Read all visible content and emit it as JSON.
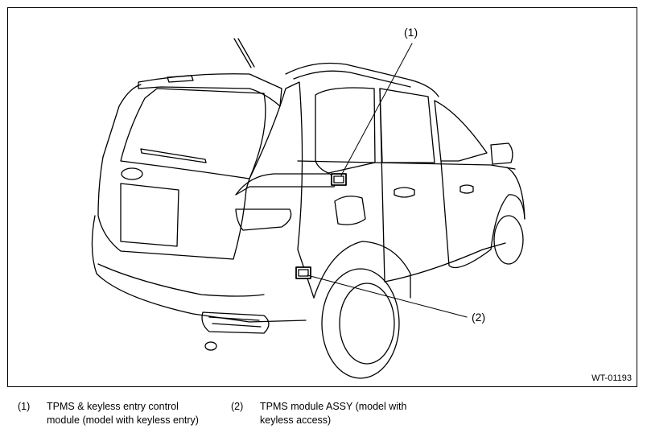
{
  "diagram": {
    "callouts": [
      {
        "id": "1",
        "label": "(1)"
      },
      {
        "id": "2",
        "label": "(2)"
      }
    ],
    "figure_code": "WT-01193"
  },
  "legend": [
    {
      "num": "(1)",
      "text": "TPMS & keyless entry control\nmodule (model with keyless entry)"
    },
    {
      "num": "(2)",
      "text": "TPMS module ASSY (model with\nkeyless access)"
    }
  ]
}
